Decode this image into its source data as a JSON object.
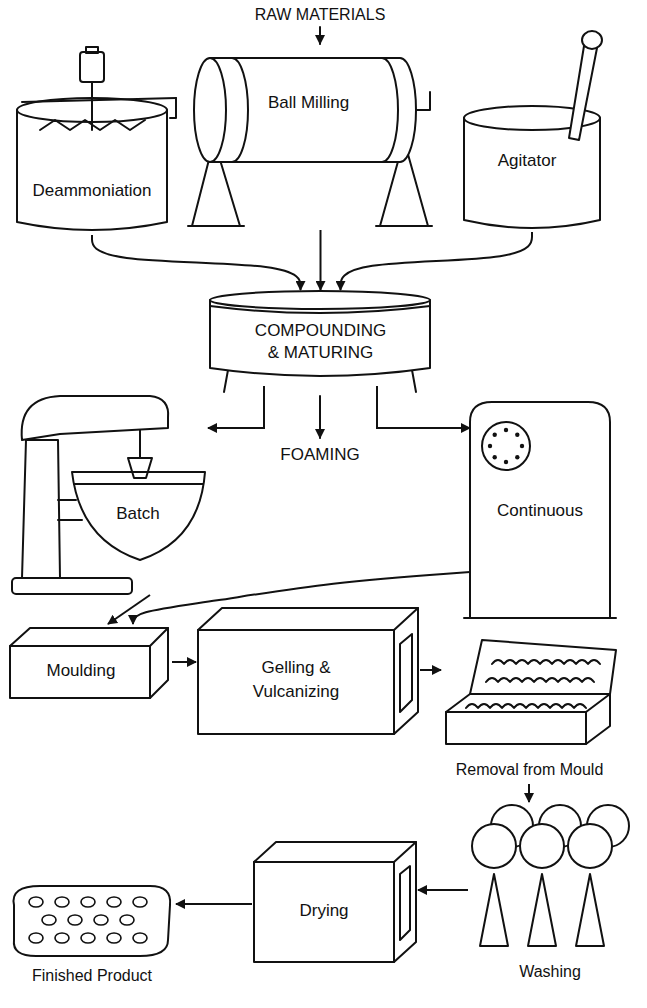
{
  "diagram": {
    "nodes": [
      {
        "text": [
          "Deammoniation"
        ]
      },
      {
        "text": [
          "Ball Milling"
        ]
      },
      {
        "text": [
          "Agitator"
        ]
      },
      {
        "text": [
          "COMPOUNDING & MATURING"
        ]
      },
      {
        "text": [
          "Batch"
        ]
      },
      {
        "text": [
          "Continuous"
        ]
      },
      {
        "text": [
          "Moulding"
        ]
      },
      {
        "text": [
          "Gelling & Vulcanizing"
        ]
      },
      {
        "text": [
          "Removal from Mould"
        ]
      },
      {
        "text": [
          "Washing"
        ]
      },
      {
        "text": [
          "Drying"
        ]
      },
      {
        "text": [
          "Finished Product"
        ]
      }
    ],
    "edges": [
      {
        "from": 0,
        "to": 3,
        "arrow": "to"
      },
      {
        "from": 1,
        "to": 3,
        "arrow": "to"
      },
      {
        "from": 2,
        "to": 3,
        "arrow": "to"
      },
      {
        "from": 3,
        "to": 4,
        "arrow": "to"
      },
      {
        "from": 3,
        "to": 5,
        "arrow": "to"
      },
      {
        "from": 4,
        "to": 6,
        "arrow": "to"
      },
      {
        "from": 5,
        "to": 6,
        "arrow": "to"
      },
      {
        "from": 6,
        "to": 7,
        "arrow": "to"
      },
      {
        "from": 7,
        "to": 8,
        "arrow": "to"
      },
      {
        "from": 8,
        "to": 9,
        "arrow": "to"
      },
      {
        "from": 9,
        "to": 10,
        "arrow": "to"
      },
      {
        "from": 10,
        "to": 11,
        "arrow": "to"
      }
    ],
    "labels": [
      "RAW MATERIALS",
      "FOAMING"
    ]
  }
}
